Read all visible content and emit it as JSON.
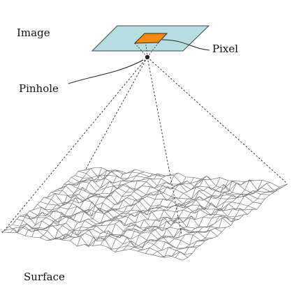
{
  "labels": {
    "image": "Image",
    "pixel": "Pixel",
    "pinhole": "Pinhole",
    "surface": "Surface"
  },
  "colors": {
    "image_plane_fill": "#b6dde0",
    "image_plane_stroke": "#3a4a4e",
    "pixel_fill": "#f08a12",
    "surface_mesh": "#777777",
    "rays": "#222222",
    "text": "#111111"
  },
  "icons": {
    "pinhole": "filled-dot"
  }
}
